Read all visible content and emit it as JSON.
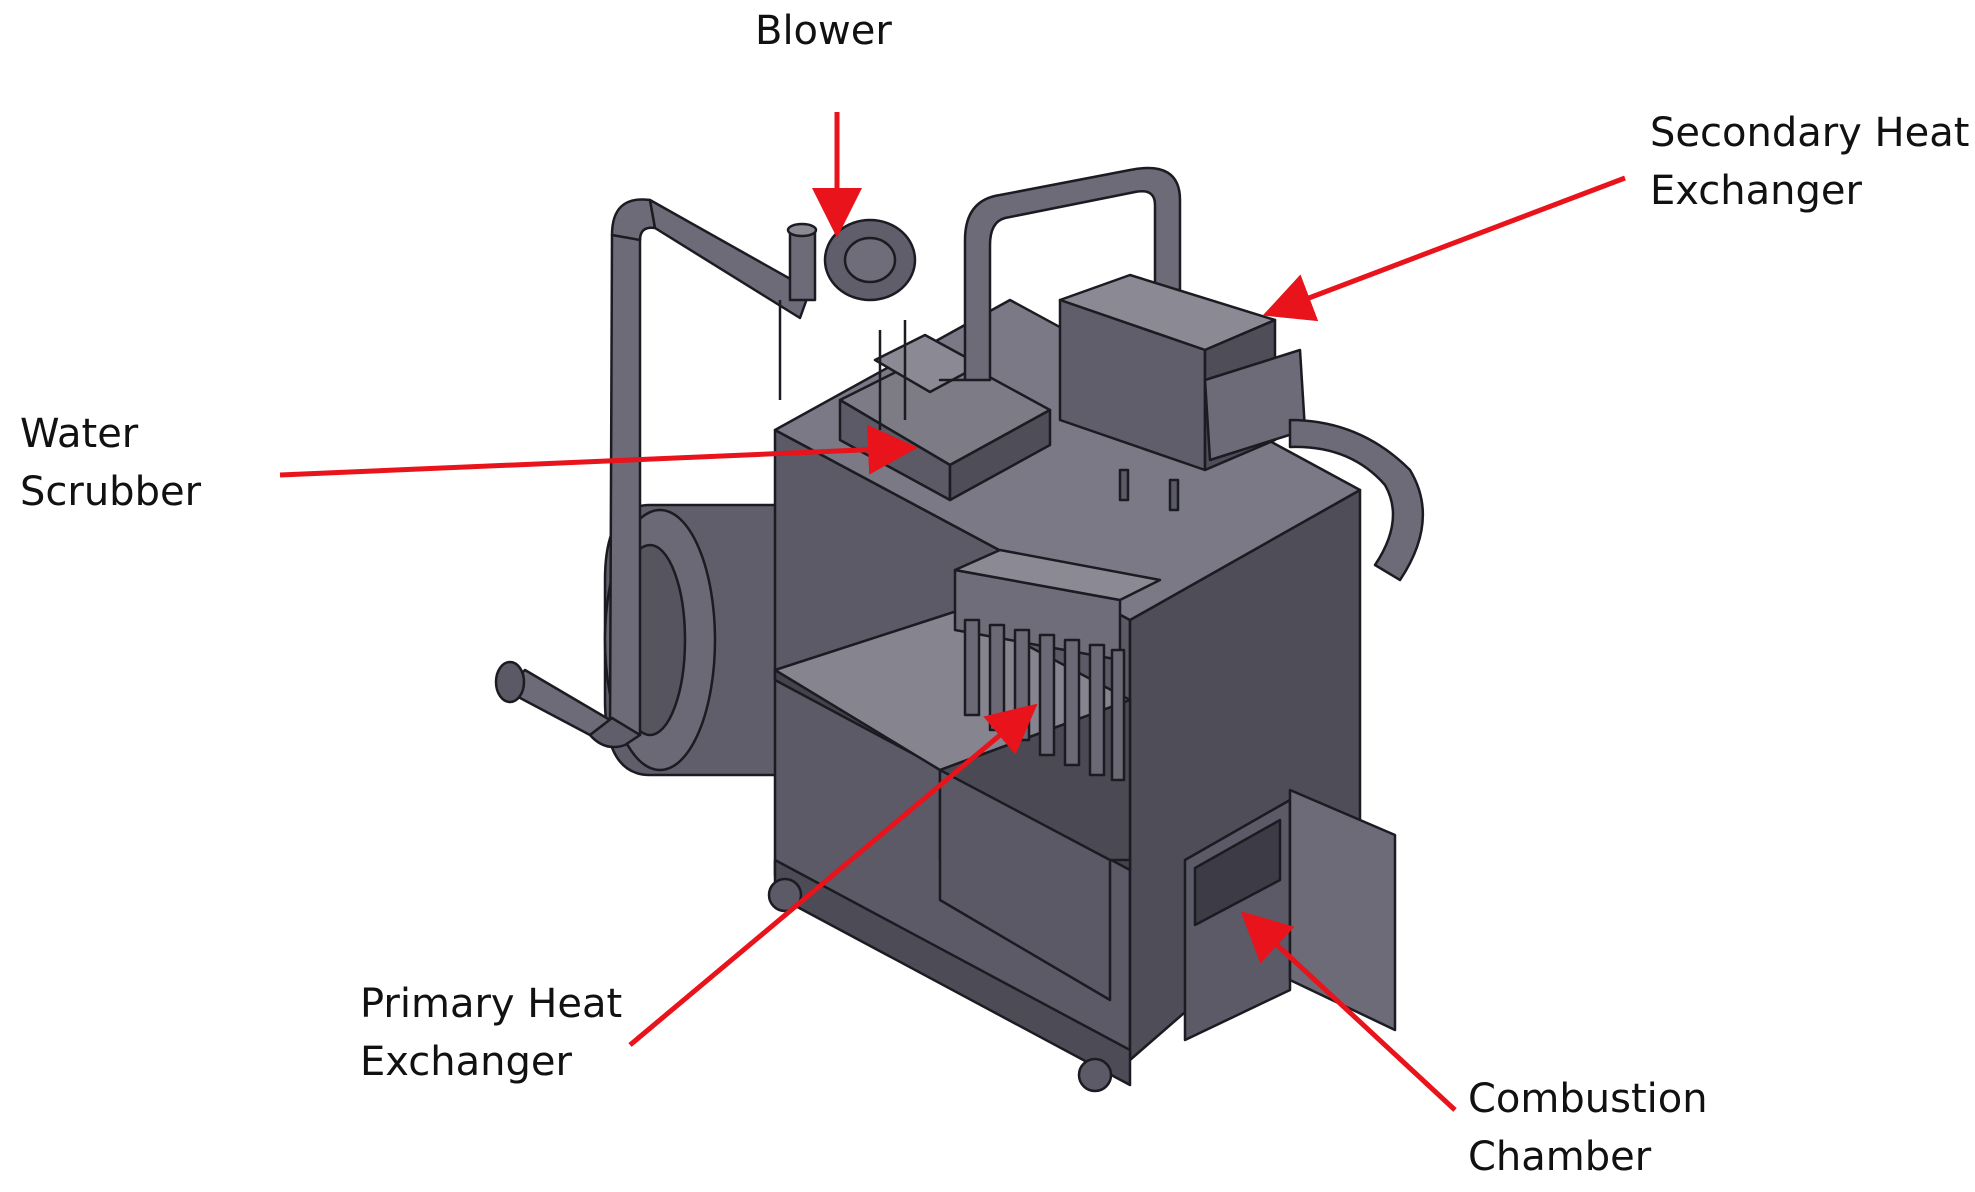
{
  "colors": {
    "machine": "#5b5a66",
    "machine_light": "#7d7c87",
    "machine_dark": "#45444e",
    "outline": "#1b1b22",
    "arrow": "#e8131b",
    "text": "#111111"
  },
  "labels": {
    "blower": "Blower",
    "secondary_line1": "Secondary Heat",
    "secondary_line2": "Exchanger",
    "water_line1": "Water",
    "water_line2": "Scrubber",
    "primary_line1": "Primary Heat",
    "primary_line2": "Exchanger",
    "combustion_line1": "Combustion",
    "combustion_line2": "Chamber"
  }
}
